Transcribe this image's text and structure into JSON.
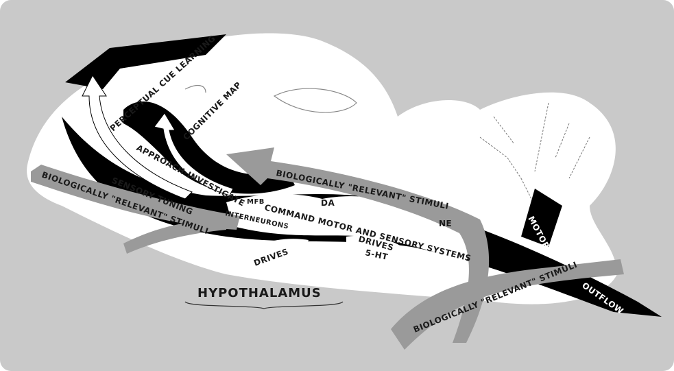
{
  "diagram": {
    "labels": {
      "perceptual_cue_learning": "PERCEPTUAL CUE LEARNING",
      "cognitive_map": "COGNITIVE MAP",
      "approach_investigate": "APPROACH-INVESTIGATE",
      "sensory_tuning": "SENSORY TUNING",
      "stimuli_left": "BIOLOGICALLY \"RELEVANT\" STIMULI",
      "stimuli_top": "BIOLOGICALLY \"RELEVANT\" STIMULI",
      "stimuli_bottom": "BIOLOGICALLY \"RELEVANT\" STIMULI",
      "mfb": "MFB",
      "da": "DA",
      "command": "COMMAND MOTOR AND SENSORY SYSTEMS",
      "interneurons": "INTERNEURONS",
      "ne": "NE",
      "drives_left": "DRIVES",
      "drives_right": "DRIVES",
      "five_ht": "5-HT",
      "motor": "MOTOR",
      "outflow": "OUTFLOW",
      "hypothalamus": "HYPOTHALAMUS"
    },
    "colors": {
      "background": "#c9c9c9",
      "brain": "#ffffff",
      "pathway": "#000000",
      "stimuli_arrow": "#9a9a9a"
    }
  }
}
